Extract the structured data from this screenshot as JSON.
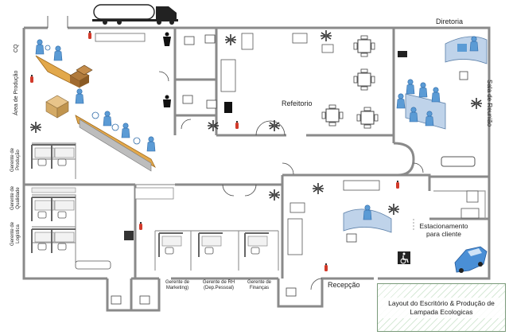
{
  "rooms": {
    "diretoria": "Diretoria",
    "refeitorio": "Refeitorio",
    "sala_reuniao": "Sala de Reunião",
    "estacionamento": "Estacionamento para cliente",
    "recepcao": "Recepção",
    "cq": "CQ",
    "area_producao": "Área de Produção",
    "gerente_producao": "Gerente de Produção",
    "gerente_qualidade": "Gerente de Qualidade",
    "gerente_logistica": "Gerente de Logistica",
    "gerente_marketing": "Gerente de Marketing)",
    "gerente_rh": "Gerente de RH (Dep.Pessoal)",
    "gerente_financas": "Gerente de Finanças"
  },
  "title": "Layout do Escritório & Produção de Lampada Ecologicas",
  "colors": {
    "wall": "#8a8a8a",
    "person": "#5b9bd5",
    "desk": "#bfd3ea",
    "conveyor": "#e2a84b",
    "fire_extinguisher": "#d23a2a",
    "car": "#4a8fd6"
  },
  "icons": [
    "truck-icon",
    "car-icon",
    "wheelchair-icon",
    "fire-extinguisher-icon",
    "plant-icon",
    "toilet-icon",
    "restroom-icon",
    "boxes-icon",
    "workstation-icon"
  ]
}
